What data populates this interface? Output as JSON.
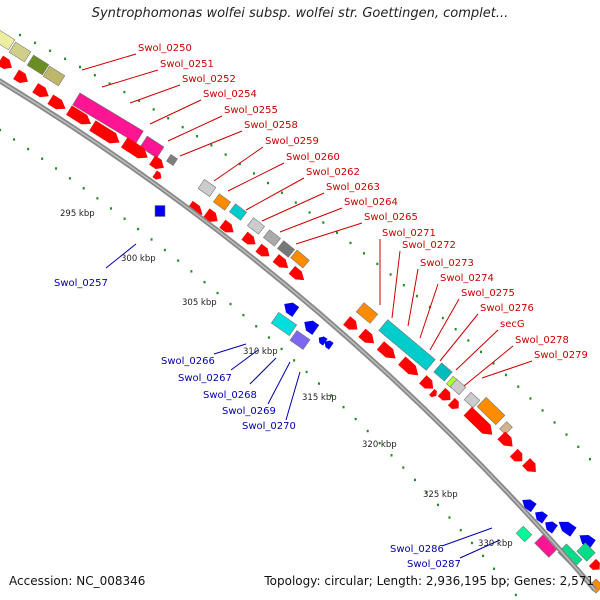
{
  "title": "Syntrophomonas wolfei subsp. wolfei str. Goettingen, complet...",
  "footer": {
    "accession": "Accession: NC_008346",
    "stats": "Topology: circular; Length: 2,936,195 bp; Genes: 2,571"
  },
  "colors": {
    "forward_label": "#cc0000",
    "reverse_label": "#0000aa",
    "backbone": "#777777",
    "tick": "#1f8a1f",
    "cds_red": "#ff0000",
    "cds_blue": "#0000ee"
  },
  "scale_labels": [
    "295 kbp",
    "300 kbp",
    "305 kbp",
    "310 kbp",
    "315 kbp",
    "320 kbp",
    "325 kbp",
    "330 kbp"
  ],
  "forward_labels": [
    "Swol_0250",
    "Swol_0251",
    "Swol_0252",
    "Swol_0254",
    "Swol_0255",
    "Swol_0258",
    "Swol_0259",
    "Swol_0260",
    "Swol_0262",
    "Swol_0263",
    "Swol_0264",
    "Swol_0265",
    "Swol_0271",
    "Swol_0272",
    "Swol_0273",
    "Swol_0274",
    "Swol_0275",
    "Swol_0276",
    "secG",
    "Swol_0278",
    "Swol_0279"
  ],
  "reverse_labels": [
    "Swol_0257",
    "Swol_0266",
    "Swol_0267",
    "Swol_0268",
    "Swol_0269",
    "Swol_0270",
    "Swol_0286",
    "Swol_0287"
  ]
}
